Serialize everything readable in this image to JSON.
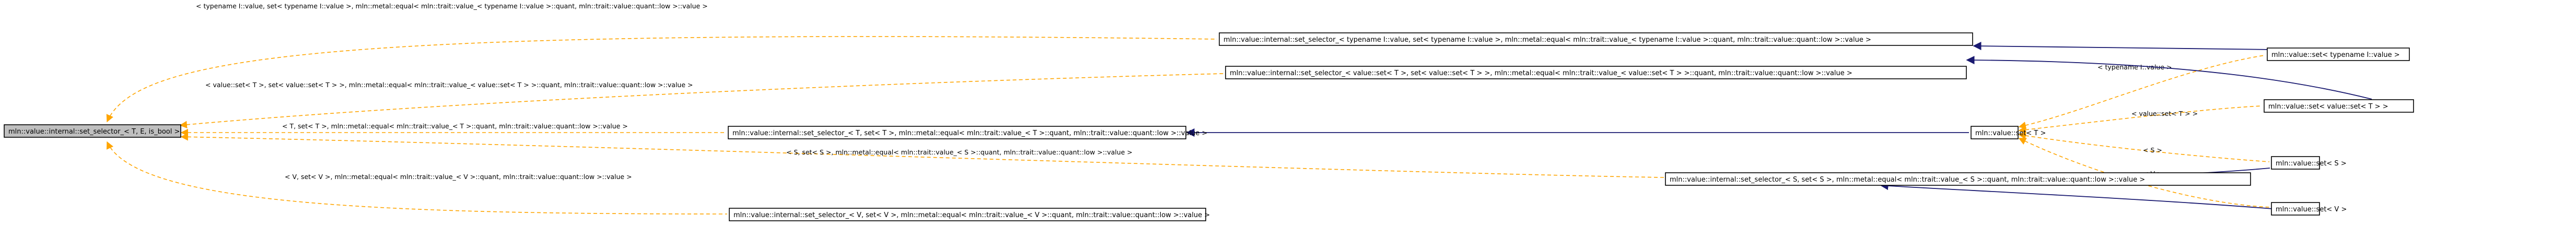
{
  "nodes": {
    "root": "mln::value::internal::set_selector_< T, E, is_bool >",
    "sel_typename": "mln::value::internal::set_selector_< typename I::value, set< typename I::value >, mln::metal::equal< mln::trait::value_< typename I::value >::quant, mln::trait::value::quant::low >::value >",
    "sel_set_t": "mln::value::internal::set_selector_< value::set< T >, set< value::set< T > >, mln::metal::equal< mln::trait::value_< value::set< T > >::quant, mln::trait::value::quant::low >::value >",
    "sel_t": "mln::value::internal::set_selector_< T, set< T >, mln::metal::equal< mln::trait::value_< T >::quant, mln::trait::value::quant::low >::value >",
    "sel_s": "mln::value::internal::set_selector_< S, set< S >, mln::metal::equal< mln::trait::value_< S >::quant, mln::trait::value::quant::low >::value >",
    "sel_v": "mln::value::internal::set_selector_< V, set< V >, mln::metal::equal< mln::trait::value_< V >::quant, mln::trait::value::quant::low >::value >",
    "set_t": "mln::value::set< T >",
    "set_typename": "mln::value::set< typename I::value >",
    "set_set_t": "mln::value::set< value::set< T > >",
    "set_s": "mln::value::set< S >",
    "set_v": "mln::value::set< V >"
  },
  "edge_labels": {
    "root_typename": "< typename I::value, set< typename I::value >, mln::metal::equal< mln::trait::value_< typename I::value >::quant, mln::trait::value::quant::low >::value >",
    "root_set_t": "< value::set< T >, set< value::set< T > >, mln::metal::equal< mln::trait::value_< value::set< T > >::quant, mln::trait::value::quant::low >::value >",
    "root_t": "< T, set< T >, mln::metal::equal< mln::trait::value_< T >::quant, mln::trait::value::quant::low >::value >",
    "root_s": "< S, set< S >, mln::metal::equal< mln::trait::value_< S >::quant, mln::trait::value::quant::low >::value >",
    "root_v": "< V, set< V >, mln::metal::equal< mln::trait::value_< V >::quant, mln::trait::value::quant::low >::value >",
    "set_t_typename": "< typename I::value >",
    "set_t_set_t": "< value::set< T > >",
    "set_t_s": "< S >",
    "set_t_v": "< V >"
  }
}
